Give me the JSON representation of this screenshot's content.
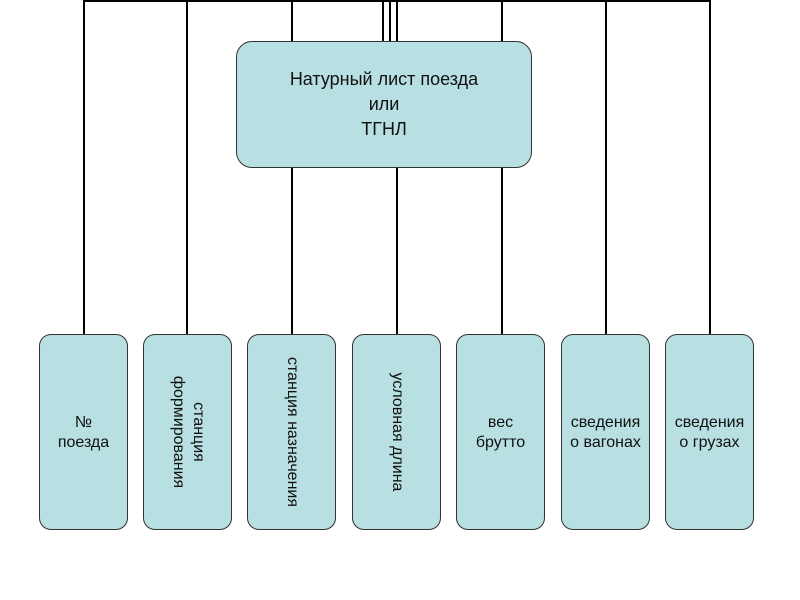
{
  "root": {
    "lines": [
      "Натурный лист поезда",
      "или",
      "ТГНЛ"
    ]
  },
  "items": [
    {
      "lines": [
        "№",
        "поезда"
      ],
      "orientation": "horizontal"
    },
    {
      "lines": [
        "станция",
        "формирования"
      ],
      "orientation": "vertical"
    },
    {
      "lines": [
        "станция назначения"
      ],
      "orientation": "vertical"
    },
    {
      "lines": [
        "условная длина"
      ],
      "orientation": "vertical"
    },
    {
      "lines": [
        "вес",
        "брутто"
      ],
      "orientation": "horizontal"
    },
    {
      "lines": [
        "сведения",
        "о вагонах"
      ],
      "orientation": "horizontal"
    },
    {
      "lines": [
        "сведения",
        "о грузах"
      ],
      "orientation": "horizontal"
    }
  ],
  "colors": {
    "box_fill": "#b8dfe1",
    "box_border": "#333333",
    "connector": "#000000"
  }
}
